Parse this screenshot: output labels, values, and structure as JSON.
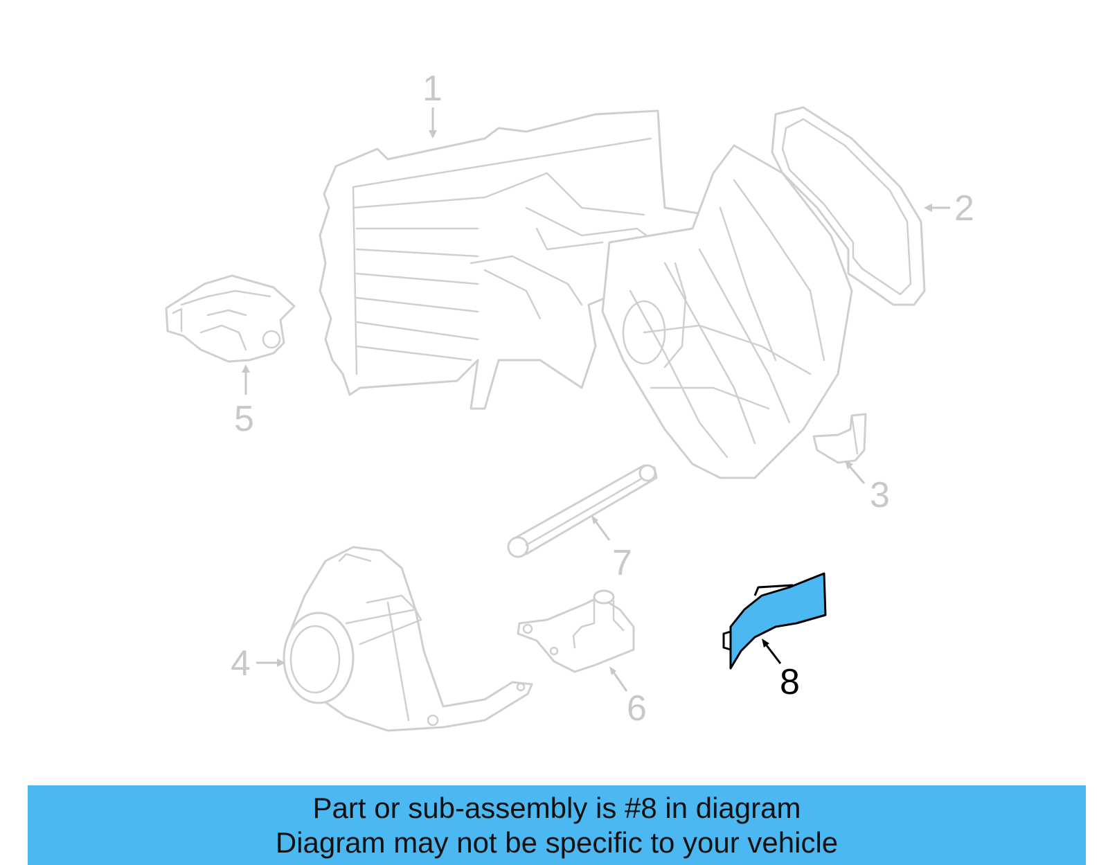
{
  "callouts": [
    {
      "id": "1",
      "label": "1"
    },
    {
      "id": "2",
      "label": "2"
    },
    {
      "id": "3",
      "label": "3"
    },
    {
      "id": "4",
      "label": "4"
    },
    {
      "id": "5",
      "label": "5"
    },
    {
      "id": "6",
      "label": "6"
    },
    {
      "id": "7",
      "label": "7"
    },
    {
      "id": "8",
      "label": "8"
    }
  ],
  "highlighted_part": "8",
  "colors": {
    "highlight": "#4bb8f2",
    "banner": "#4bb8f2",
    "part_stroke": "#cfcfcf",
    "callout_inactive": "#c8c8c8",
    "callout_active": "#000000"
  },
  "banner": {
    "line1": "Part or sub-assembly is #8 in diagram",
    "line2": "Diagram may not be specific to your vehicle"
  }
}
